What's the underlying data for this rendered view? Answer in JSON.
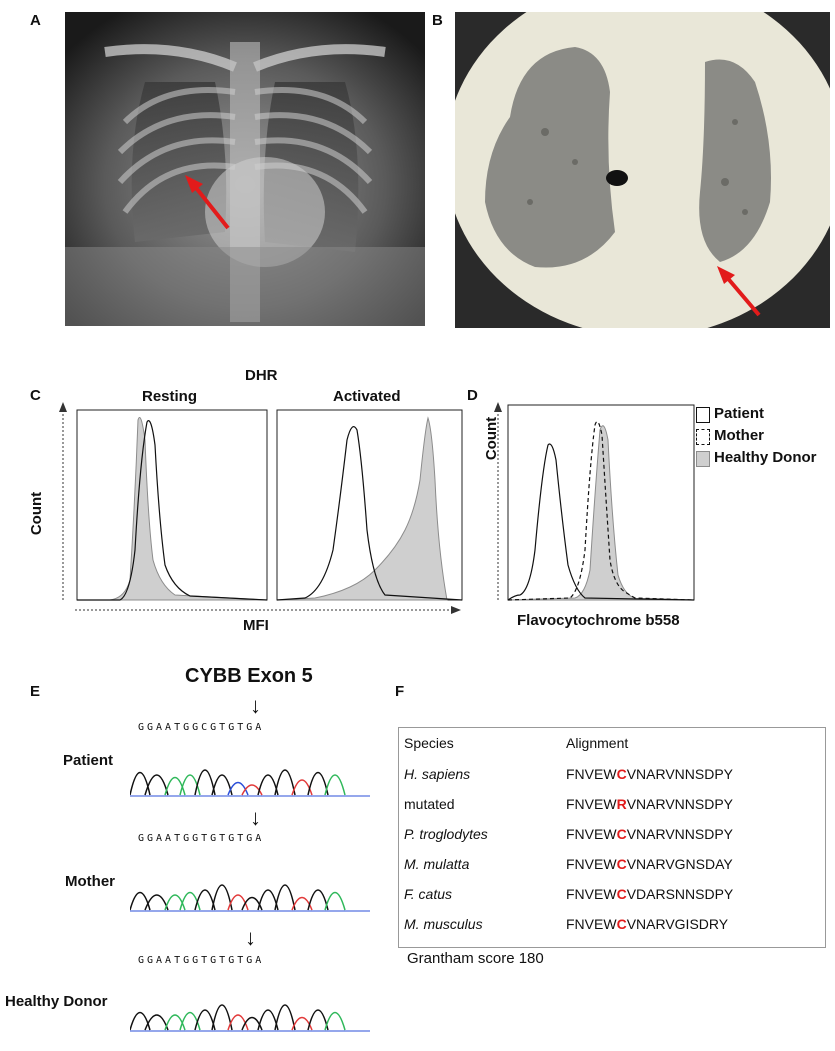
{
  "panels": {
    "A": "A",
    "B": "B",
    "C": "C",
    "D": "D",
    "E": "E",
    "F": "F"
  },
  "colors": {
    "arrow_red": "#e21b1b",
    "fill_gray": "#cfcfcf",
    "trace_green": "#2fb85a",
    "trace_blue": "#2b4fd9",
    "trace_red": "#e23a3a",
    "trace_black": "#111111"
  },
  "panel_c": {
    "title": "DHR",
    "sub_left": "Resting",
    "sub_right": "Activated",
    "y_label": "Count",
    "x_label": "MFI"
  },
  "panel_d": {
    "y_label": "Count",
    "x_label": "Flavocytochrome b558",
    "legend": [
      "Patient",
      "Mother",
      "Healthy Donor"
    ]
  },
  "panel_e": {
    "title": "CYBB Exon 5",
    "rows": [
      {
        "label": "Patient",
        "sequence": "GGAATGGCGTGTGA"
      },
      {
        "label": "Mother",
        "sequence": "GGAATGGTGTGTGA"
      },
      {
        "label": "Healthy Donor",
        "sequence": "GGAATGGTGTGTGA"
      }
    ]
  },
  "panel_f": {
    "col_species": "Species",
    "col_alignment": "Alignment",
    "rows": [
      {
        "species": "H. sapiens",
        "italic": true,
        "pre": "FNVEW",
        "mut": "C",
        "post": "VNARVNNSDPY"
      },
      {
        "species": "mutated",
        "italic": false,
        "pre": "FNVEW",
        "mut": "R",
        "post": "VNARVNNSDPY"
      },
      {
        "species": "P. troglodytes",
        "italic": true,
        "pre": "FNVEW",
        "mut": "C",
        "post": "VNARVNNSDPY"
      },
      {
        "species": "M. mulatta",
        "italic": true,
        "pre": "FNVEW",
        "mut": "C",
        "post": "VNARVGNSDAY"
      },
      {
        "species": "F. catus",
        "italic": true,
        "pre": "FNVEW",
        "mut": "C",
        "post": "VDARSNNSDPY"
      },
      {
        "species": "M. musculus",
        "italic": true,
        "pre": "FNVEW",
        "mut": "C",
        "post": "VNARVGISDRY"
      }
    ],
    "footer": "Grantham score 180"
  }
}
